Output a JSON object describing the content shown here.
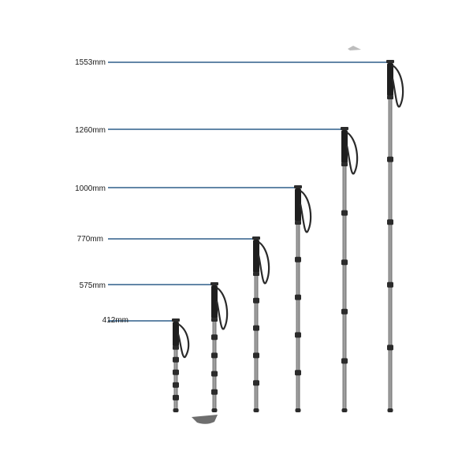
{
  "colors": {
    "background": "#ffffff",
    "leader_line": "#2f5f8a",
    "tube_light": "#a9a9a9",
    "tube_dark": "#6f6f6f",
    "joint": "#2b2b2b",
    "grip": "#1e1e1e",
    "strap": "#2a2a2a"
  },
  "monopods": [
    {
      "label": "412mm",
      "length_mm": 412,
      "sections": 5
    },
    {
      "label": "575mm",
      "length_mm": 575,
      "sections": 5
    },
    {
      "label": "770mm",
      "length_mm": 770,
      "sections": 5
    },
    {
      "label": "1000mm",
      "length_mm": 1000,
      "sections": 5
    },
    {
      "label": "1260mm",
      "length_mm": 1260,
      "sections": 5
    },
    {
      "label": "1553mm",
      "length_mm": 1553,
      "sections": 5
    }
  ]
}
